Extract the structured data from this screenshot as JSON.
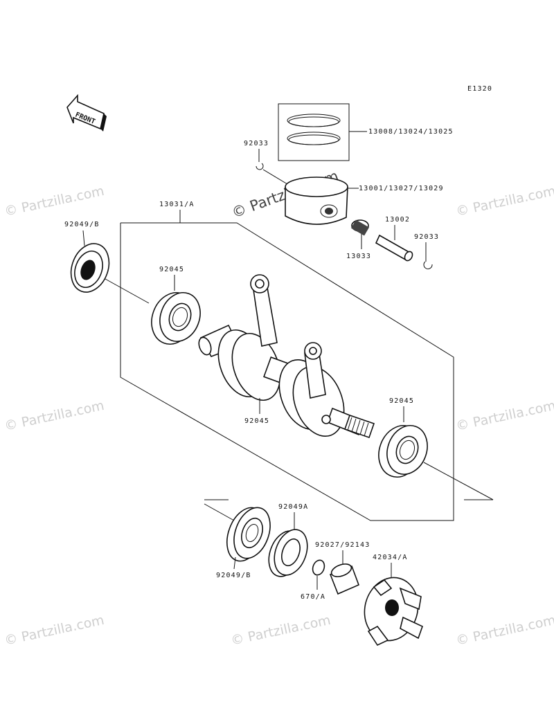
{
  "diagram_code": "E1320",
  "front_label": "FRONT",
  "watermark": "© Partzilla.com",
  "labels": {
    "rings": "13008/13024/13025",
    "clip_top": "92033",
    "piston": "13001/13027/13029",
    "crankshaft_assy": "13031/A",
    "oil_seal_left": "92049/B",
    "bearing_left": "92045",
    "needle_bearing": "13033",
    "piston_pin": "13002",
    "clip_right": "92033",
    "bearing_center": "92045",
    "bearing_right": "92045",
    "oil_seal_a": "92049A",
    "collar": "92027/92143",
    "coupling": "42034/A",
    "oil_seal_bottom": "92049/B",
    "oring": "670/A"
  }
}
